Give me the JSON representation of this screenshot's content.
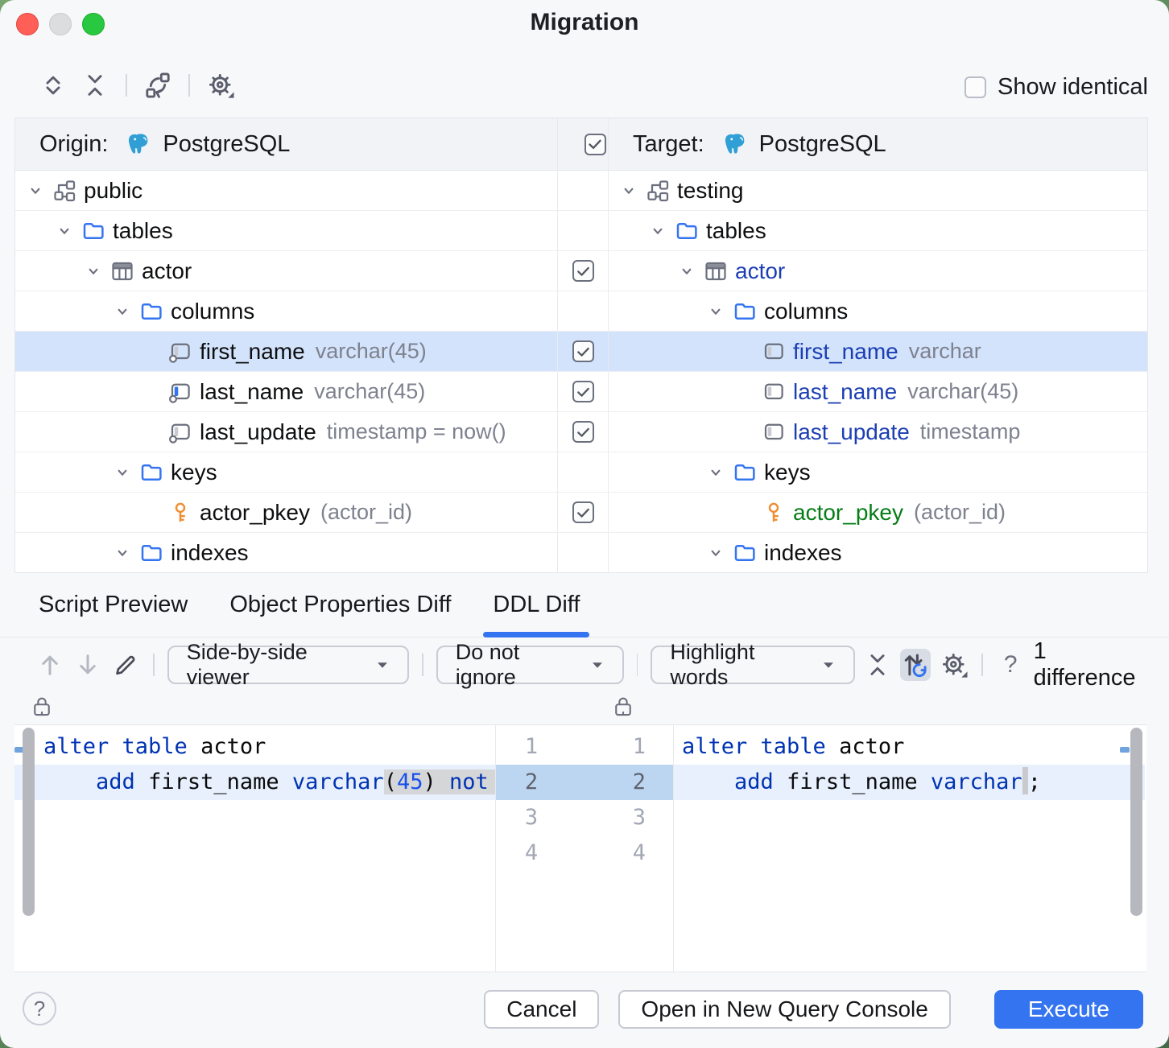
{
  "window": {
    "title": "Migration"
  },
  "icon_names": [
    "close",
    "minimize",
    "zoom",
    "expand-all",
    "collapse-all",
    "sync-structure",
    "settings-gear",
    "checkbox",
    "postgresql-elephant",
    "chevron-down",
    "schema",
    "folder",
    "table",
    "column",
    "key",
    "previous-difference-arrow",
    "next-difference-arrow",
    "edit-pencil",
    "caret-down",
    "collapse-unchanged",
    "sync-scrolling",
    "help-question",
    "lock"
  ],
  "top_toolbar": {
    "show_identical": "Show identical",
    "show_identical_checked": false
  },
  "compare_header": {
    "origin_label": "Origin:",
    "origin_db": "PostgreSQL",
    "target_label": "Target:",
    "target_db": "PostgreSQL",
    "checkbox_checked": true
  },
  "tree_rows": [
    {
      "origin": {
        "label": "public",
        "icon": "schema",
        "level": 0,
        "chevron": true
      },
      "target": {
        "label": "testing",
        "icon": "schema",
        "level": 0,
        "chevron": true
      },
      "checkbox": null,
      "selected": false
    },
    {
      "origin": {
        "label": "tables",
        "icon": "folder",
        "level": 1,
        "chevron": true
      },
      "target": {
        "label": "tables",
        "icon": "folder",
        "level": 1,
        "chevron": true
      },
      "checkbox": null,
      "selected": false
    },
    {
      "origin": {
        "label": "actor",
        "icon": "table",
        "level": 2,
        "chevron": true
      },
      "target": {
        "label": "actor",
        "icon": "table",
        "level": 2,
        "chevron": true,
        "color": "modified"
      },
      "checkbox": true,
      "selected": false
    },
    {
      "origin": {
        "label": "columns",
        "icon": "folder",
        "level": 3,
        "chevron": true
      },
      "target": {
        "label": "columns",
        "icon": "folder",
        "level": 3,
        "chevron": true
      },
      "checkbox": null,
      "selected": false
    },
    {
      "origin": {
        "label": "first_name",
        "type": "varchar(45)",
        "icon": "column-dot",
        "level": 4
      },
      "target": {
        "label": "first_name",
        "type": "varchar",
        "icon": "column",
        "level": 4,
        "color": "modified"
      },
      "checkbox": true,
      "selected": true
    },
    {
      "origin": {
        "label": "last_name",
        "type": "varchar(45)",
        "icon": "column-dot-indexed",
        "level": 4
      },
      "target": {
        "label": "last_name",
        "type": "varchar(45)",
        "icon": "column",
        "level": 4,
        "color": "modified"
      },
      "checkbox": true,
      "selected": false
    },
    {
      "origin": {
        "label": "last_update",
        "type": "timestamp = now()",
        "icon": "column-dot",
        "level": 4
      },
      "target": {
        "label": "last_update",
        "type": "timestamp",
        "icon": "column",
        "level": 4,
        "color": "modified"
      },
      "checkbox": true,
      "selected": false
    },
    {
      "origin": {
        "label": "keys",
        "icon": "folder",
        "level": 3,
        "chevron": true
      },
      "target": {
        "label": "keys",
        "icon": "folder",
        "level": 3,
        "chevron": true
      },
      "checkbox": null,
      "selected": false
    },
    {
      "origin": {
        "label": "actor_pkey",
        "type": "(actor_id)",
        "icon": "key",
        "level": 4
      },
      "target": {
        "label": "actor_pkey",
        "type": "(actor_id)",
        "icon": "key",
        "level": 4,
        "color": "created"
      },
      "checkbox": true,
      "selected": false
    },
    {
      "origin": {
        "label": "indexes",
        "icon": "folder",
        "level": 3,
        "chevron": true
      },
      "target": {
        "label": "indexes",
        "icon": "folder",
        "level": 3,
        "chevron": true
      },
      "checkbox": null,
      "selected": false
    }
  ],
  "tabs": [
    {
      "label": "Script Preview",
      "active": false
    },
    {
      "label": "Object Properties Diff",
      "active": false
    },
    {
      "label": "DDL Diff",
      "active": true
    }
  ],
  "diff_toolbar": {
    "viewer_mode": "Side-by-side viewer",
    "ignore_policy": "Do not ignore",
    "highlight_mode": "Highlight words",
    "difference_count": "1 difference"
  },
  "diff_editor": {
    "left_lines": [
      {
        "n": 1,
        "hl": false,
        "tokens": [
          {
            "t": "alter table",
            "c": "kw"
          },
          {
            "t": " actor",
            "c": "pl"
          }
        ]
      },
      {
        "n": 2,
        "hl": true,
        "tokens": [
          {
            "t": "    ",
            "c": "pl"
          },
          {
            "t": "add",
            "c": "kw"
          },
          {
            "t": " first_name ",
            "c": "pl"
          },
          {
            "t": "varchar",
            "c": "kw"
          },
          {
            "t": "(",
            "c": "pl",
            "w": true
          },
          {
            "t": "45",
            "c": "num",
            "w": true
          },
          {
            "t": ") ",
            "c": "pl",
            "w": true
          },
          {
            "t": "not null",
            "c": "kw",
            "w": true
          }
        ]
      },
      {
        "n": 3,
        "hl": false,
        "tokens": []
      },
      {
        "n": 4,
        "hl": false,
        "tokens": []
      }
    ],
    "right_lines": [
      {
        "n": 1,
        "hl": false,
        "tokens": [
          {
            "t": "alter table",
            "c": "kw"
          },
          {
            "t": " actor",
            "c": "pl"
          }
        ]
      },
      {
        "n": 2,
        "hl": true,
        "tokens": [
          {
            "t": "    ",
            "c": "pl"
          },
          {
            "t": "add",
            "c": "kw"
          },
          {
            "t": " first_name ",
            "c": "pl"
          },
          {
            "t": "varchar",
            "c": "kw"
          },
          {
            "t": "",
            "c": "strip"
          },
          {
            "t": ";",
            "c": "pl"
          }
        ]
      },
      {
        "n": 3,
        "hl": false,
        "tokens": []
      },
      {
        "n": 4,
        "hl": false,
        "tokens": []
      }
    ]
  },
  "footer": {
    "help": "?",
    "cancel": "Cancel",
    "open_console": "Open in New Query Console",
    "execute": "Execute"
  },
  "colors": {
    "accent": "#3574F0",
    "keyword": "#0033B3",
    "number": "#1750EB",
    "modified_text": "#1B3EB3",
    "created_text": "#067D17",
    "selection_row": "#D3E3FB",
    "line_highlight": "#E7F0FC",
    "word_highlight": "#D5D6D8",
    "key_icon": "#EE8F33",
    "folder_icon": "#3574F0",
    "postgres_icon": "#2F9FD6"
  }
}
